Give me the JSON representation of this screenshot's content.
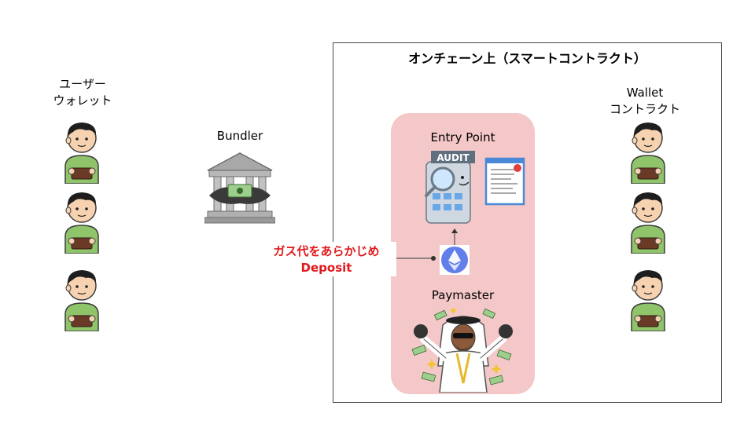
{
  "title": "オンチェーン上（スマートコントラクト）",
  "users": {
    "label_line1": "ユーザー",
    "label_line2": "ウォレット",
    "count": 3
  },
  "bundler": {
    "label": "Bundler"
  },
  "entry_point": {
    "label": "Entry Point",
    "badge": "AUDIT"
  },
  "paymaster": {
    "label": "Paymaster"
  },
  "deposit": {
    "line1": "ガス代をあらかじめ",
    "line2": "Deposit"
  },
  "wallet_contract": {
    "label_line1": "Wallet",
    "label_line2": "コントラクト",
    "count": 3
  },
  "colors": {
    "panel_pink": "#f4c7c8",
    "deposit_red": "#e0191c",
    "ethereum_blue": "#627eea"
  },
  "icons": [
    "person-with-wallet-icon",
    "bank-icon",
    "audit-building-icon",
    "ethereum-icon",
    "rich-sheikh-icon"
  ]
}
